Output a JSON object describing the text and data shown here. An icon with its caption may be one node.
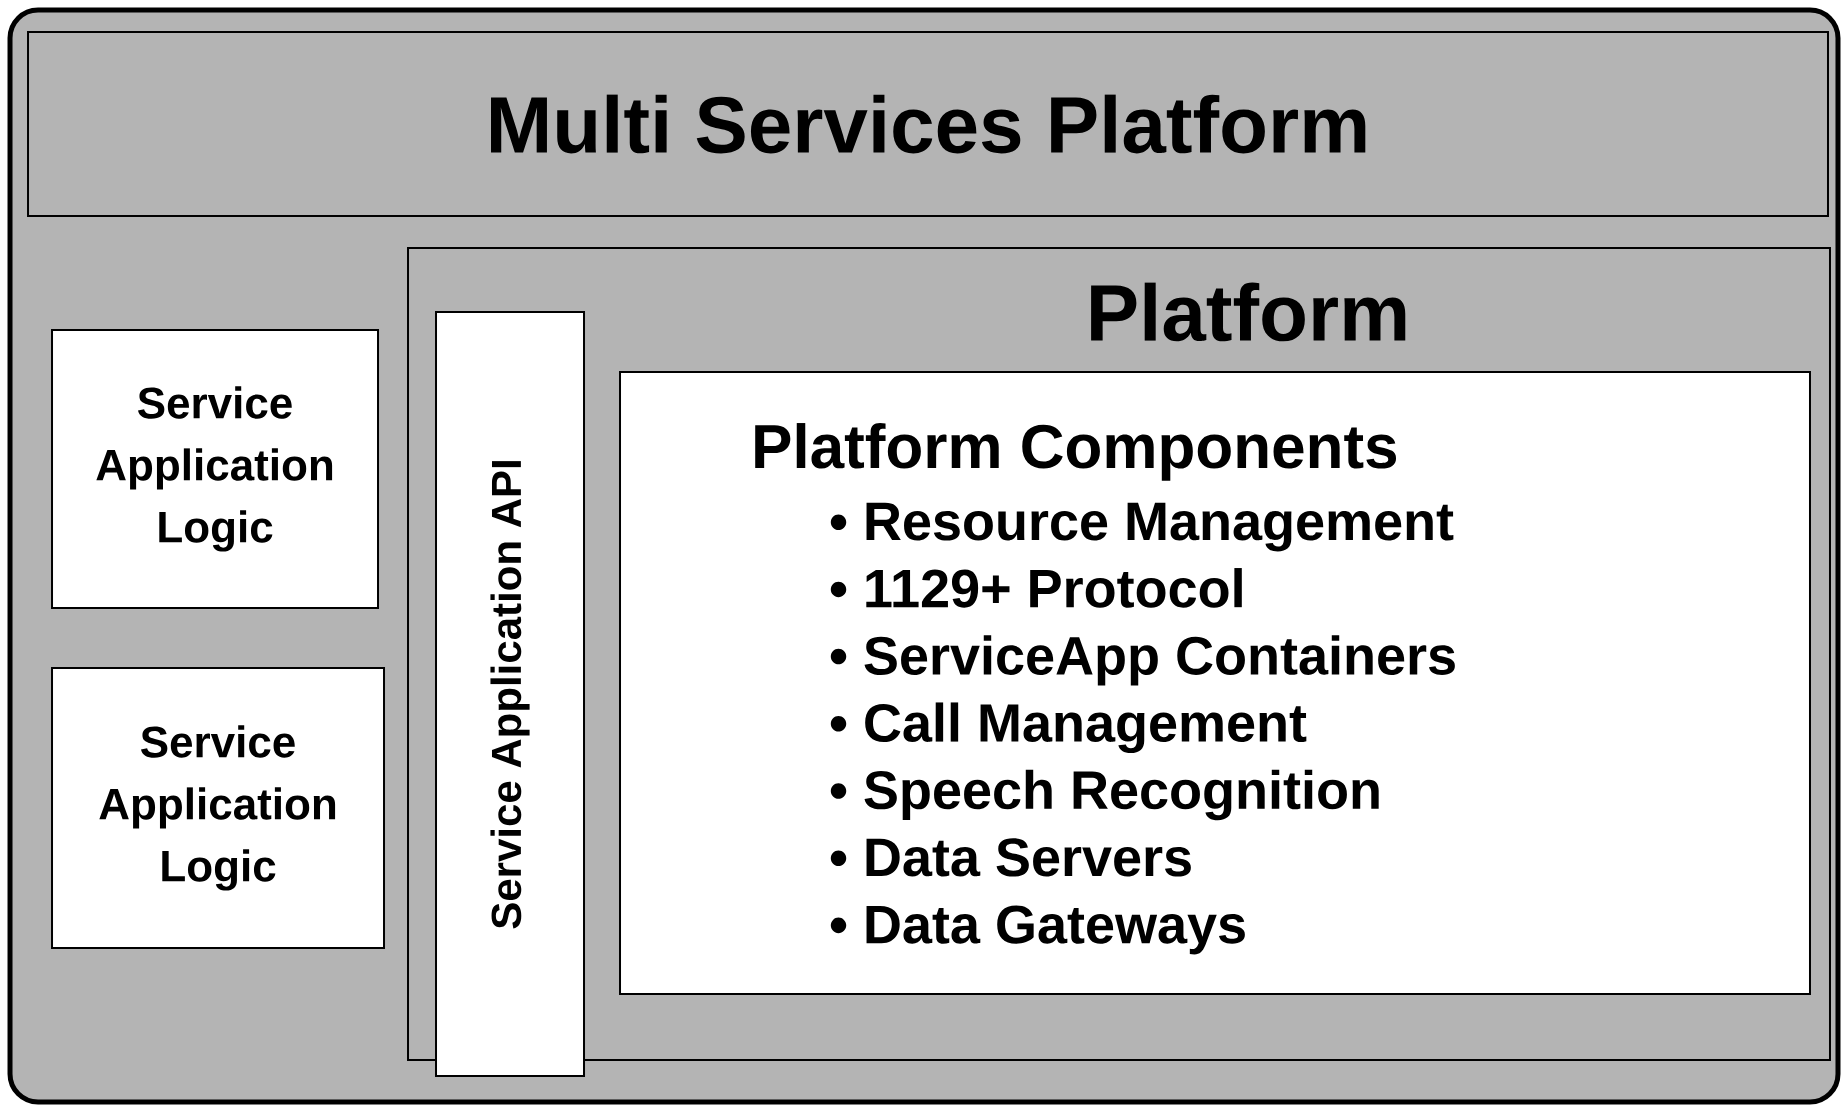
{
  "diagram": {
    "nodes": [
      {
        "text": [],
        "shape": "box"
      },
      {
        "text": [
          "Multi Services Platform"
        ],
        "in": 0
      },
      {
        "text": [
          "Platform"
        ],
        "in": 0
      },
      {
        "text": [
          "Service Application Logic"
        ],
        "in": 0
      },
      {
        "text": [
          "Service Application Logic"
        ],
        "in": 0
      },
      {
        "text": [
          "Service Application API"
        ],
        "in": 2
      },
      {
        "text": [
          "Platform Components",
          "• Resource Management",
          "• 1129+ Protocol",
          "• ServiceApp Containers",
          "• Call Management",
          "• Speech Recognition",
          "• Data Servers",
          "• Data Gateways"
        ],
        "in": 2
      }
    ]
  }
}
